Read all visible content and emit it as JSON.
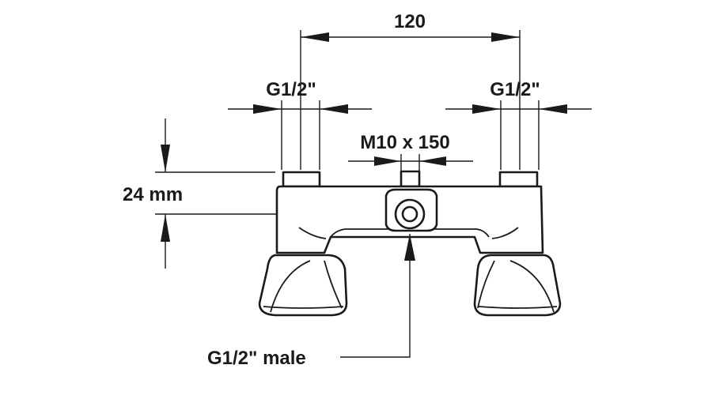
{
  "dimensions": {
    "spacing": "120",
    "inlet_left": "G1/2\"",
    "inlet_right": "G1/2\"",
    "fixing": "M10 x 150",
    "height": "24  mm",
    "outlet": "G1/2\" male"
  }
}
